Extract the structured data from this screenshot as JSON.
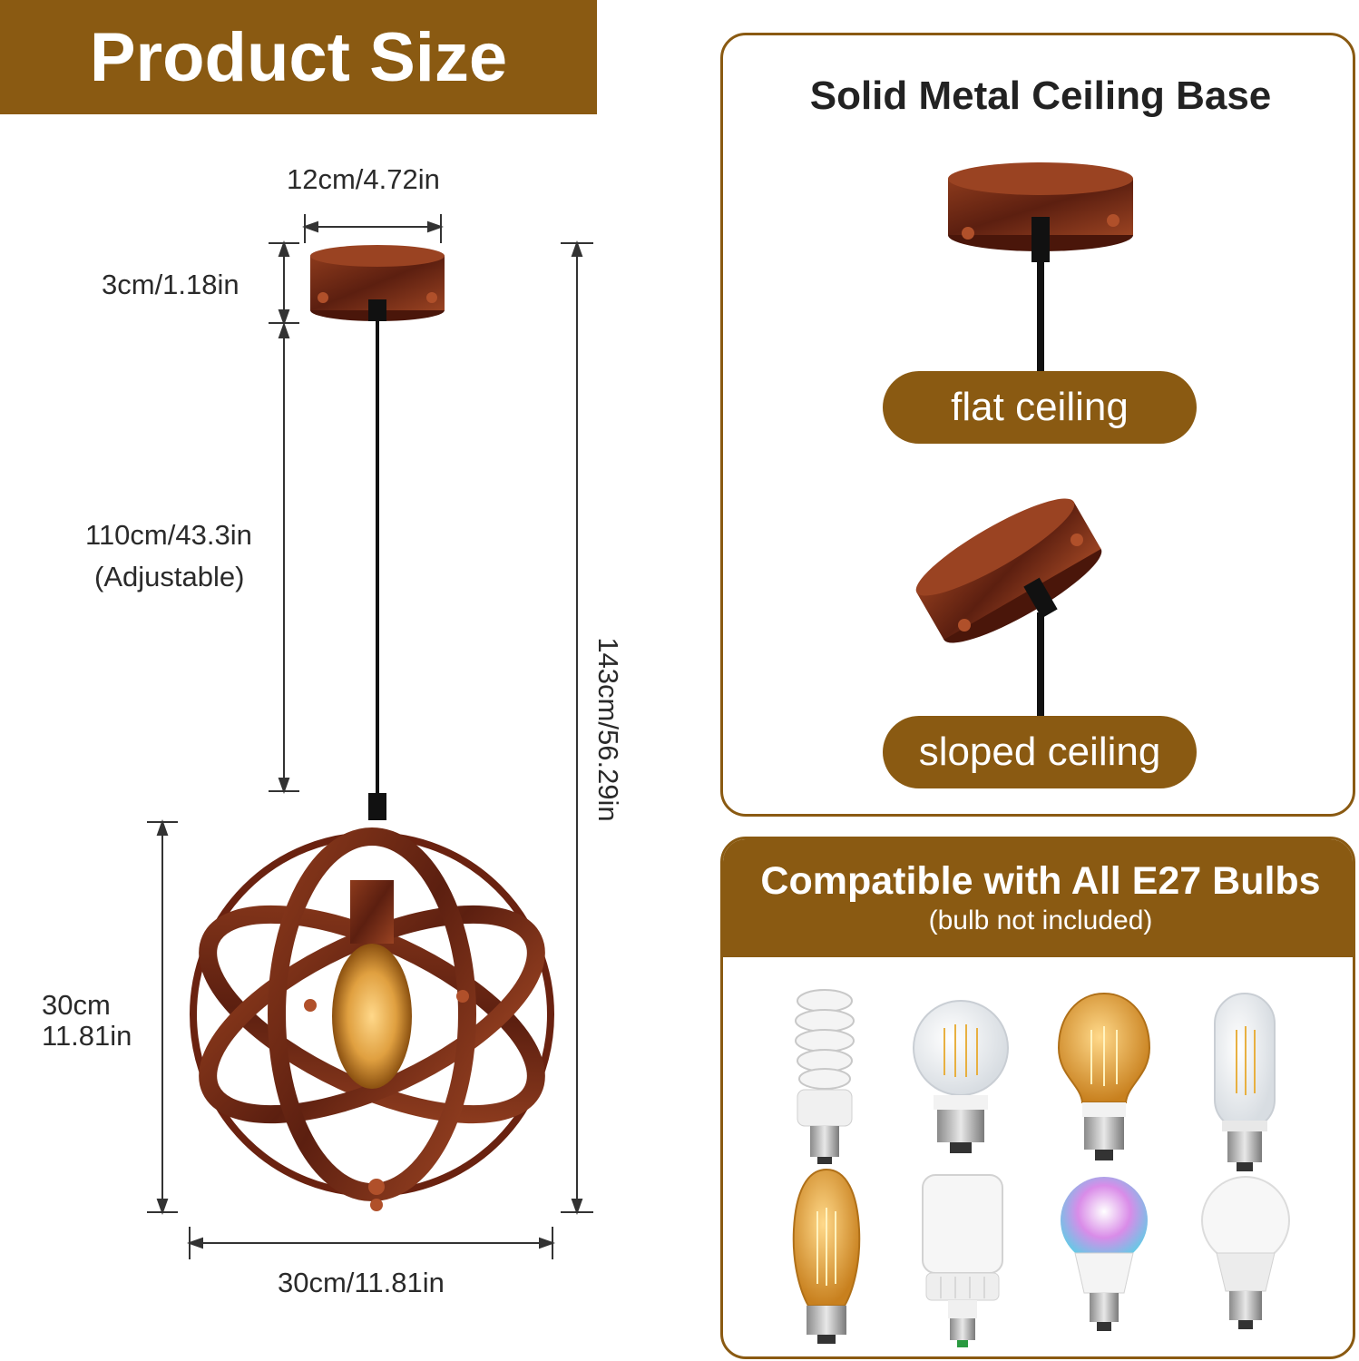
{
  "header": {
    "title": "Product Size"
  },
  "dimensions": {
    "base_width": "12cm/4.72in",
    "base_height": "3cm/1.18in",
    "cord_length": "110cm/43.3in",
    "cord_note": "(Adjustable)",
    "total_height": "143cm/56.29in",
    "globe_height_cm": "30cm",
    "globe_height_in": "11.81in",
    "globe_width": "30cm/11.81in"
  },
  "ceiling_panel": {
    "title": "Solid Metal Ceiling Base",
    "flat_label": "flat ceiling",
    "sloped_label": "sloped ceiling"
  },
  "bulb_panel": {
    "title": "Compatible with All E27 Bulbs",
    "subtitle": "(bulb not included)",
    "bulbs": [
      "spiral-cfl",
      "clear-globe-filament",
      "amber-a19-filament",
      "clear-tubular-filament",
      "amber-st64-filament",
      "white-corn-led",
      "rgb-led",
      "white-a19-led"
    ]
  },
  "colors": {
    "accent": "#8a5a12",
    "rust": "#7a2a14",
    "copper": "#a0401f"
  }
}
